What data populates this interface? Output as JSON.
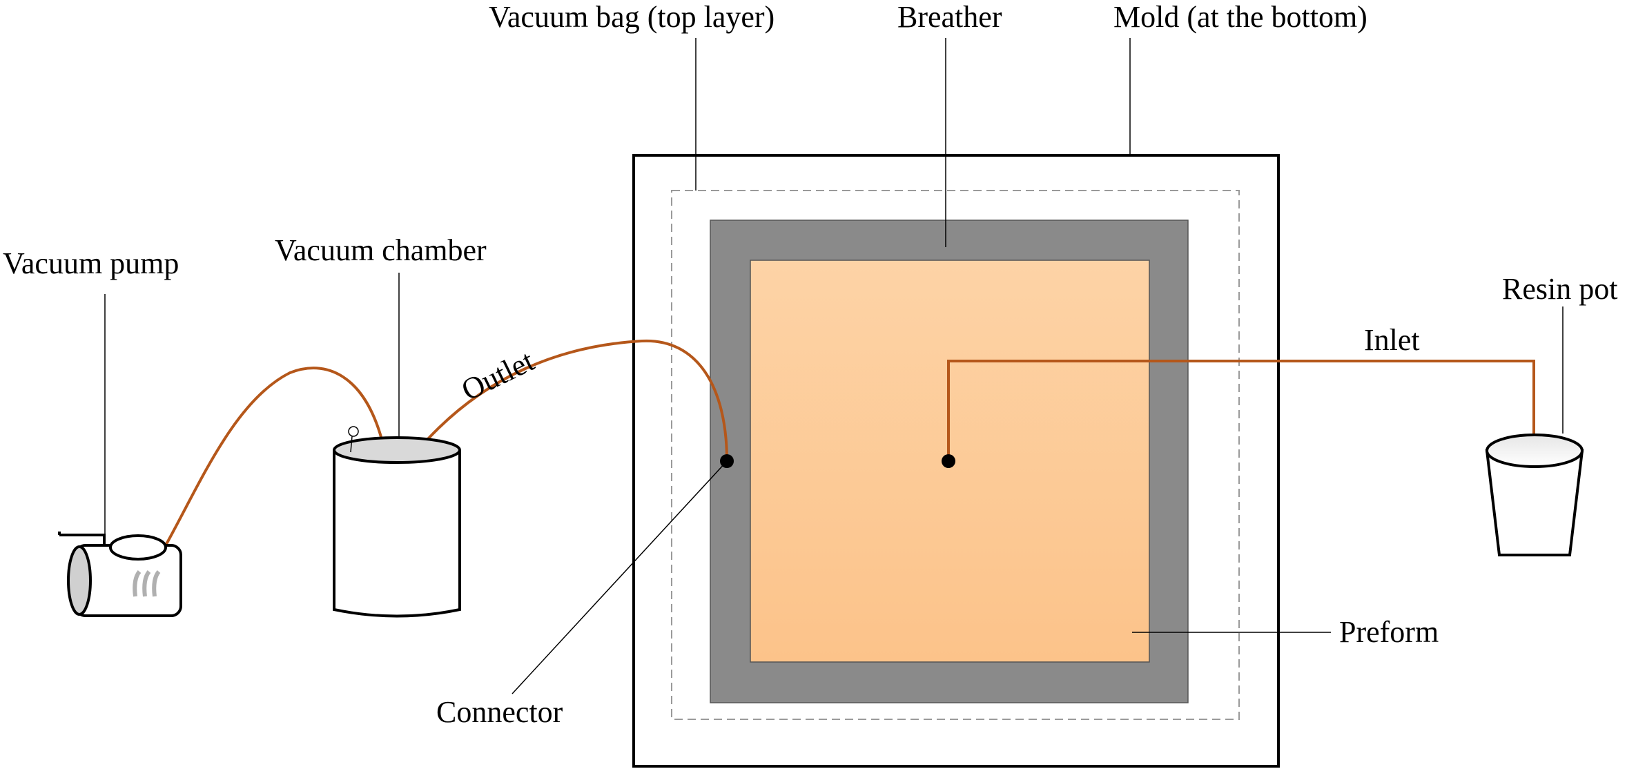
{
  "labels": {
    "vacuum_bag": "Vacuum bag (top layer)",
    "breather": "Breather",
    "mold": "Mold (at the bottom)",
    "vacuum_pump": "Vacuum pump",
    "vacuum_chamber": "Vacuum chamber",
    "outlet": "Outlet",
    "resin_pot": "Resin pot",
    "inlet": "Inlet",
    "preform": "Preform",
    "connector": "Connector"
  },
  "colors": {
    "tube": "#b5571a",
    "breather": "#8a8a8a",
    "preform_top": "#fdd3a6",
    "preform_bottom": "#fcc48a",
    "vacuum_bag_dash": "#9a9a9a"
  }
}
